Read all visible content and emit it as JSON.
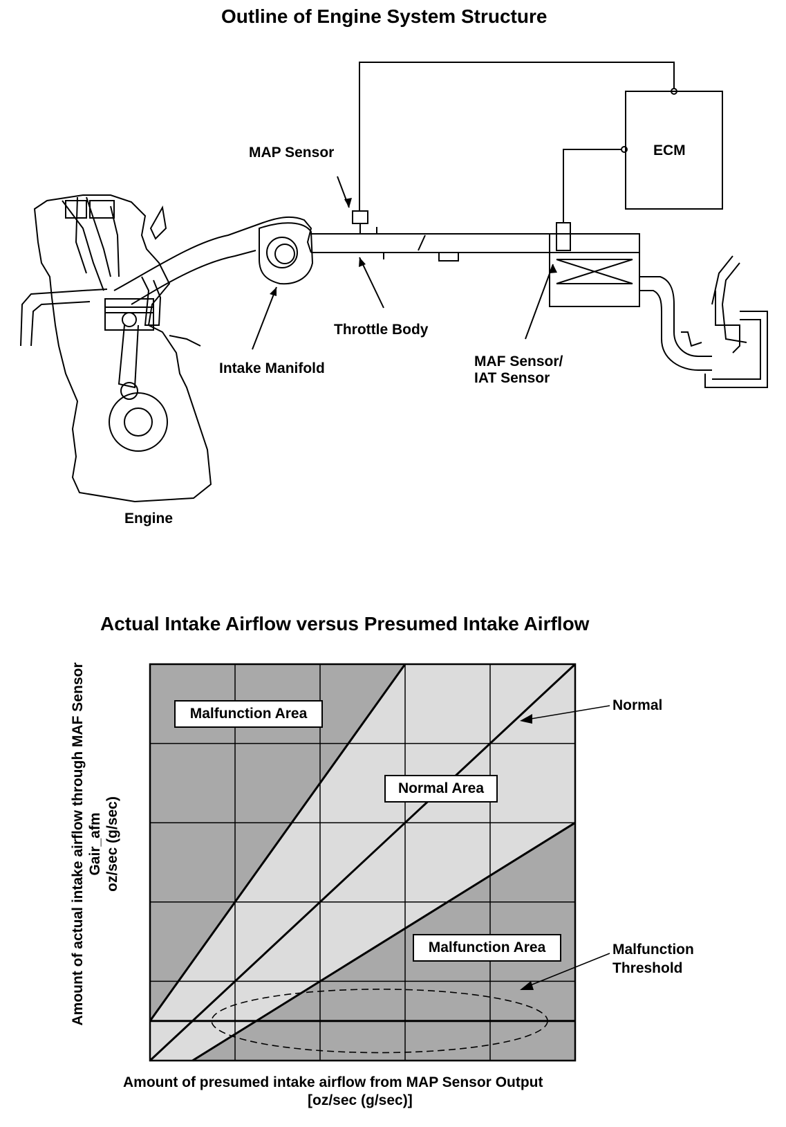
{
  "diagram": {
    "title": "Outline of Engine System Structure",
    "labels": {
      "map_sensor": "MAP Sensor",
      "ecm": "ECM",
      "throttle_body": "Throttle Body",
      "intake_manifold": "Intake Manifold",
      "maf_sensor_line1": "MAF Sensor/",
      "maf_sensor_line2": "IAT Sensor",
      "engine": "Engine"
    }
  },
  "chart": {
    "title": "Actual Intake Airflow versus Presumed Intake Airflow",
    "ylabel_line1": "Amount of actual intake airflow through MAF Sensor",
    "ylabel_line2": "Gair_afm",
    "ylabel_line3": "oz/sec (g/sec)",
    "xlabel_line1": "Amount of presumed intake airflow from MAP Sensor Output",
    "xlabel_line2": "[oz/sec (g/sec)]",
    "regions": {
      "malfunction_upper": "Malfunction Area",
      "normal": "Normal Area",
      "malfunction_lower": "Malfunction Area"
    },
    "callouts": {
      "normal": "Normal",
      "threshold_line1": "Malfunction",
      "threshold_line2": "Threshold"
    },
    "colors": {
      "malfunction_fill": "#a9a9a9",
      "normal_fill": "#dcdcdc",
      "grid": "#000000"
    }
  },
  "chart_data": {
    "type": "area",
    "title": "Actual Intake Airflow versus Presumed Intake Airflow",
    "xlabel": "Amount of presumed intake airflow from MAP Sensor Output [oz/sec (g/sec)]",
    "ylabel": "Amount of actual intake airflow through MAF Sensor Gair_afm oz/sec (g/sec)",
    "grid": true,
    "xlim": [
      0,
      5
    ],
    "ylim": [
      0,
      5
    ],
    "series": [
      {
        "name": "Normal",
        "x": [
          0,
          5
        ],
        "y": [
          0,
          5
        ]
      },
      {
        "x": [
          0,
          3
        ],
        "y": [
          0.5,
          5
        ]
      },
      {
        "x": [
          0.5,
          5
        ],
        "y": [
          0,
          3
        ]
      },
      {
        "name": "Malfunction Threshold",
        "x": [
          0,
          5
        ],
        "y": [
          0.5,
          0.5
        ]
      }
    ]
  }
}
